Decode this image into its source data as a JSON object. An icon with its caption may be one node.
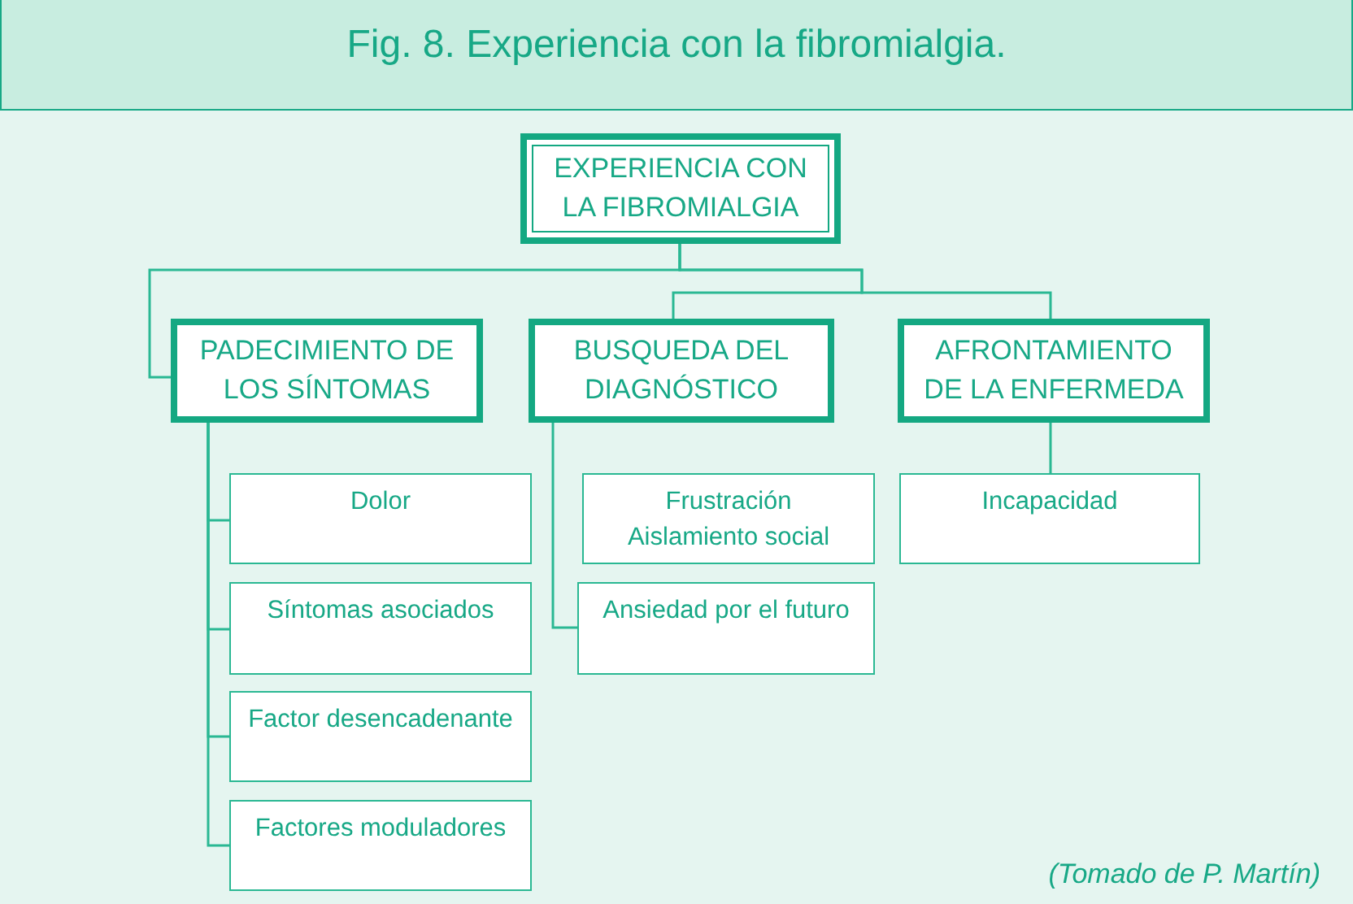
{
  "diagram": {
    "title": "Fig. 8. Experiencia con la fibromialgia.",
    "caption": "(Tomado de P. Martín)",
    "nodes": [
      {
        "text": [
          "EXPERIENCIA CON LA FIBROMIALGIA"
        ]
      },
      {
        "text": [
          "PADECIMIENTO DE LOS SÍNTOMAS"
        ]
      },
      {
        "text": [
          "BUSQUEDA DEL DIAGNÓSTICO"
        ]
      },
      {
        "text": [
          "AFRONTAMIENTO DE LA ENFERMEDA"
        ]
      },
      {
        "text": [
          "Dolor"
        ]
      },
      {
        "text": [
          "Síntomas asociados"
        ]
      },
      {
        "text": [
          "Factor desencadenante"
        ]
      },
      {
        "text": [
          "Factores moduladores"
        ]
      },
      {
        "text": [
          "Frustración",
          "Aislamiento social"
        ]
      },
      {
        "text": [
          "Ansiedad por el futuro"
        ]
      },
      {
        "text": [
          "Incapacidad"
        ]
      }
    ],
    "edges": [
      {
        "from": 0,
        "to": 1,
        "arrow": "none"
      },
      {
        "from": 0,
        "to": 2,
        "arrow": "none"
      },
      {
        "from": 0,
        "to": 3,
        "arrow": "none"
      },
      {
        "from": 1,
        "to": 4,
        "arrow": "none"
      },
      {
        "from": 1,
        "to": 5,
        "arrow": "none"
      },
      {
        "from": 1,
        "to": 6,
        "arrow": "none"
      },
      {
        "from": 1,
        "to": 7,
        "arrow": "none"
      },
      {
        "from": 2,
        "to": 9,
        "arrow": "none"
      },
      {
        "from": 3,
        "to": 10,
        "arrow": "none"
      }
    ]
  }
}
